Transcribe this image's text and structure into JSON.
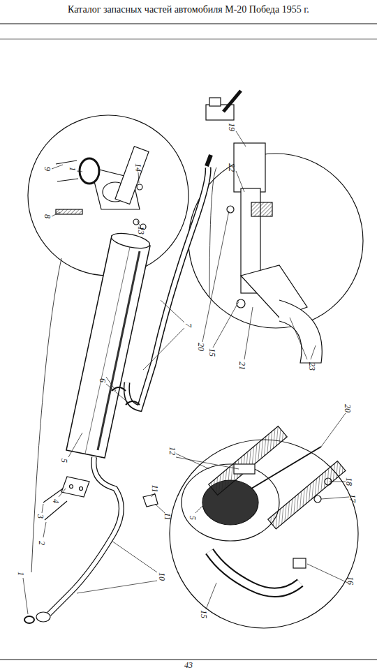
{
  "diagram": {
    "title": "Каталог запасных частей автомобиля М-20 Победа 1955 г.",
    "labels": [
      "9",
      "1",
      "14",
      "8",
      "13",
      "19",
      "22",
      "23",
      "20",
      "15",
      "21",
      "7",
      "6",
      "5",
      "4",
      "3",
      "2",
      "1",
      "10",
      "11",
      "11",
      "12",
      "20",
      "18",
      "17",
      "5",
      "15",
      "16",
      "43"
    ]
  }
}
